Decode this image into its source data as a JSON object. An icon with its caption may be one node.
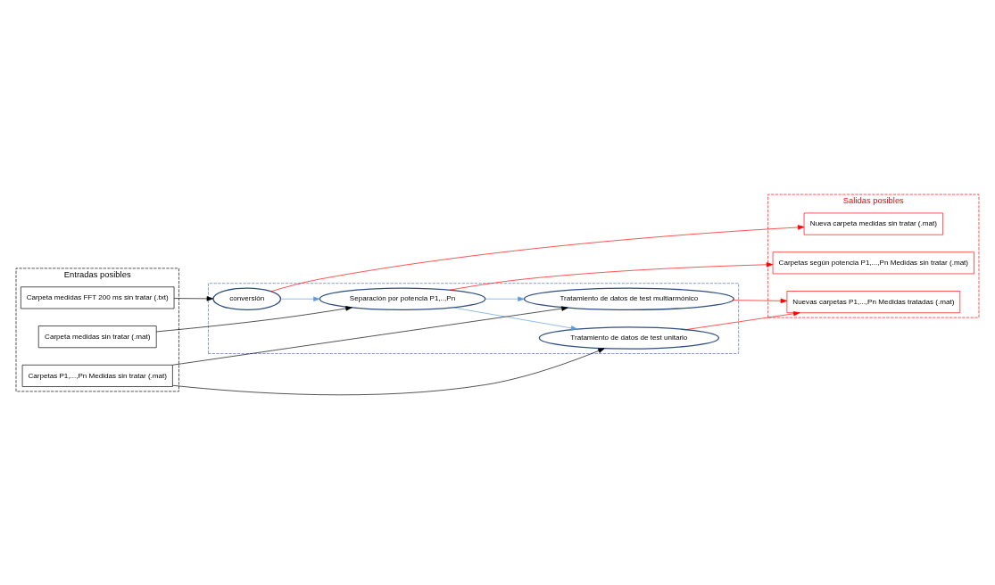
{
  "diagram": {
    "nodes": [
      {
        "text": [
          "Entradas posibles"
        ]
      },
      {
        "text": [
          "Carpeta medidas FFT 200 ms sin tratar (.txt)"
        ],
        "in": 0
      },
      {
        "text": [
          "Carpeta medidas sin tratar (.mat)"
        ],
        "in": 0
      },
      {
        "text": [
          "Carpetas P1,...,Pn Medidas sin tratar (.mat)"
        ],
        "in": 0
      },
      {
        "text": [],
        "shape": "box"
      },
      {
        "text": [
          "conversión"
        ],
        "in": 4
      },
      {
        "text": [
          "Separación por potencia P1,..,Pn"
        ],
        "in": 4
      },
      {
        "text": [
          "Tratamiento de datos de test multiarmónico"
        ],
        "in": 4
      },
      {
        "text": [
          "Tratamiento de datos de test unitario"
        ],
        "in": 4
      },
      {
        "text": [
          "Salidas posibles"
        ]
      },
      {
        "text": [
          "Nueva carpeta medidas sin tratar (.mat)"
        ],
        "in": 9
      },
      {
        "text": [
          "Carpetas según potencia P1,...,Pn Medidas sin tratar (.mat)"
        ],
        "in": 9
      },
      {
        "text": [
          "Nuevas carpetas P1,...,Pn Medidas tratadas (.mat)"
        ],
        "in": 9
      }
    ],
    "edges": [
      {
        "from": 1,
        "to": 5,
        "arrow": "to"
      },
      {
        "from": 5,
        "to": 10,
        "arrow": "to",
        "color": "#ff0000"
      },
      {
        "from": 5,
        "to": 6,
        "arrow": "to",
        "color": "#5b9bd5"
      },
      {
        "from": 2,
        "to": 6,
        "arrow": "to"
      },
      {
        "from": 6,
        "to": 11,
        "arrow": "to",
        "color": "#ff0000"
      },
      {
        "from": 6,
        "to": 7,
        "arrow": "to",
        "color": "#5b9bd5"
      },
      {
        "from": 6,
        "to": 8,
        "arrow": "to",
        "color": "#5b9bd5"
      },
      {
        "from": 3,
        "to": 7,
        "arrow": "to"
      },
      {
        "from": 3,
        "to": 8,
        "arrow": "to"
      },
      {
        "from": 7,
        "to": 12,
        "arrow": "to",
        "color": "#ff0000"
      },
      {
        "from": 8,
        "to": 12,
        "arrow": "to",
        "color": "#ff0000"
      }
    ]
  }
}
